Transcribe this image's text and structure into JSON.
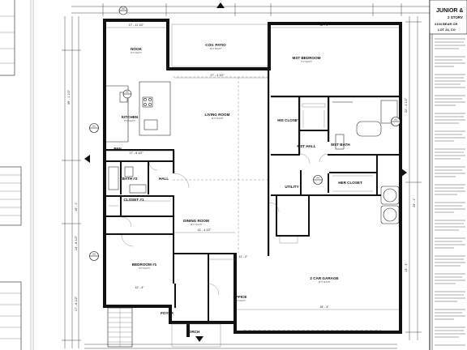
{
  "title_block": {
    "project": "JUNIOR &",
    "subtitle": "2 STORY",
    "address": "#104 BEAR CR",
    "lot": "LOT 24, CO"
  },
  "rooms": {
    "nook": "NOOK",
    "kitchen": "KITCHEN",
    "cov_patio": "COV. PATIO",
    "living_room": "LIVING ROOM",
    "mst_bedroom": "MST BEDROOM",
    "his_closet": "HIS CLOSET",
    "mst_bath": "MST BATH",
    "her_closet": "HER CLOSET",
    "mst_hall": "MST HALL",
    "utility": "UTILITY",
    "pan": "PAN",
    "bath_2": "BATH #2",
    "hall": "HALL",
    "closet_1": "CLOSET #1",
    "bedroom_1": "BEDROOM #1",
    "dining_room": "DINING ROOM",
    "garage": "2 CAR GARAGE",
    "office": "OFFICE",
    "foyer": "FOYER",
    "porch": "PORCH"
  },
  "dimensions": {
    "nook_w": "17' - 11 1/2\"",
    "mst_w": "18' - 4\"",
    "kitchen_w": "17' - 8 1/2\"",
    "living_w": "17' - 4 1/2\"",
    "dining_w": "13' - 4 1/2\"",
    "bed_w": "12' - 4\"",
    "office_w": "11' - 2\"",
    "garage_w": "18' - 4\"",
    "left_overall": "39' - 1 1/2\"",
    "left_upper": "19' - 1\"",
    "left_lower": "13' - 8 1/2\"",
    "left_bottom": "17' - 6 1/2\"",
    "right_overall": "29' - 1\"",
    "right_upper": "22' - 4 1/2\"",
    "right_lower": "13' - 4\""
  },
  "tags": {
    "a1": "A1",
    "a2": "A2",
    "a3": "A3",
    "a4": "A4",
    "a5": "A5",
    "a6": "A6"
  },
  "notes": {
    "elev_a": "A",
    "elev_b": "A"
  }
}
